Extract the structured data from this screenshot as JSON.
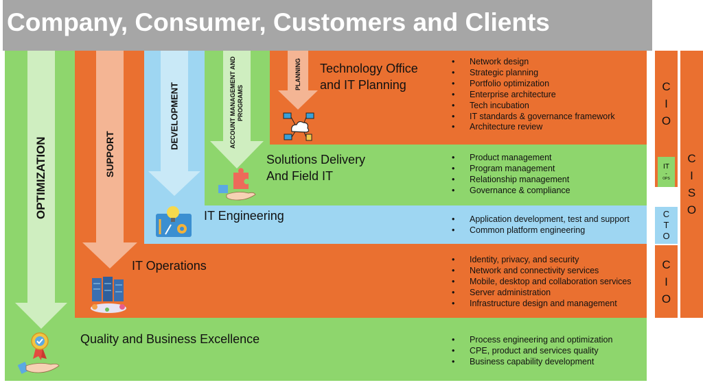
{
  "header": {
    "title": "Company, Consumer, Customers and Clients"
  },
  "arrows": {
    "optimization": "OPTIMIZATION",
    "support": "SUPPORT",
    "development": "DEVELOPMENT",
    "account": "ACCOUNT MANAGEMENT AND PROGRAMS",
    "planning": "PLANNING"
  },
  "sections": {
    "tech_office": {
      "label_line1": "Technology Office",
      "label_line2": "and IT Planning",
      "items": [
        "Network design",
        "Strategic planning",
        "Portfolio optimization",
        "Enterprise architecture",
        "Tech incubation",
        "IT standards & governance framework",
        "Architecture review"
      ]
    },
    "solutions": {
      "label_line1": "Solutions Delivery",
      "label_line2": "And Field IT",
      "items": [
        "Product management",
        "Program management",
        "Relationship management",
        "Governance & compliance"
      ]
    },
    "engineering": {
      "label": "IT Engineering",
      "items": [
        "Application development, test and support",
        "Common platform engineering"
      ]
    },
    "operations": {
      "label": "IT Operations",
      "items": [
        "Identity, privacy, and security",
        "Network and connectivity services",
        "Mobile, desktop and collaboration services",
        "Server administration",
        "Infrastructure design and management"
      ]
    },
    "quality": {
      "label": "Quality and Business Excellence",
      "items": [
        "Process engineering and optimization",
        "CPE, product and services quality",
        "Business capability development"
      ]
    }
  },
  "roles": {
    "cio_top": [
      "C",
      "I",
      "O"
    ],
    "it_ops": {
      "main": "IT",
      "dash": "-",
      "sub": "OPS"
    },
    "cto": [
      "C",
      "T",
      "O"
    ],
    "cio_bottom": [
      "C",
      "I",
      "O"
    ],
    "ciso": [
      "C",
      "I",
      "S",
      "O"
    ]
  },
  "colors": {
    "orange": "#ea7030",
    "green": "#8ed66d",
    "blue": "#9ed6f2",
    "grey": "#a6a6a6"
  }
}
